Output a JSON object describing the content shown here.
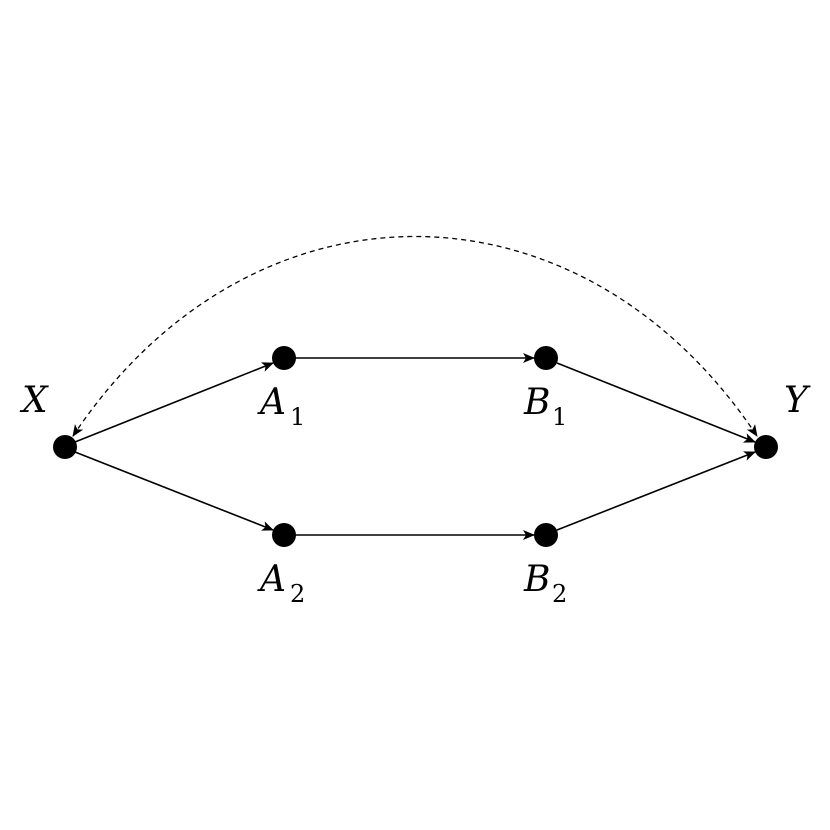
{
  "diagram": {
    "type": "directed-graph",
    "nodes": {
      "X": {
        "letter": "X",
        "sub": ""
      },
      "Y": {
        "letter": "Y",
        "sub": ""
      },
      "A1": {
        "letter": "A",
        "sub": "1"
      },
      "B1": {
        "letter": "B",
        "sub": "1"
      },
      "A2": {
        "letter": "A",
        "sub": "2"
      },
      "B2": {
        "letter": "B",
        "sub": "2"
      }
    },
    "edges": [
      {
        "from": "X",
        "to": "A1",
        "style": "solid"
      },
      {
        "from": "A1",
        "to": "B1",
        "style": "solid"
      },
      {
        "from": "B1",
        "to": "Y",
        "style": "solid"
      },
      {
        "from": "X",
        "to": "A2",
        "style": "solid"
      },
      {
        "from": "A2",
        "to": "B2",
        "style": "solid"
      },
      {
        "from": "B2",
        "to": "Y",
        "style": "solid"
      },
      {
        "from": "X",
        "to": "Y",
        "style": "dashed",
        "bidirectional": true
      }
    ],
    "colors": {
      "node": "#000000",
      "edge": "#000000",
      "background": "#ffffff"
    }
  }
}
